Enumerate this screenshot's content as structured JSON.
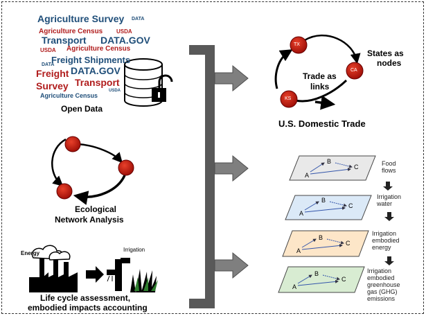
{
  "open_data": {
    "words": [
      "Agriculture Survey",
      "DATA",
      "Agriculture Census",
      "USDA",
      "Transport",
      "DATA.GOV",
      "USDA",
      "Agriculture Census",
      "DATA",
      "Freight Shipments",
      "Freight",
      "DATA.GOV",
      "Survey",
      "Transport",
      "Agriculture Census",
      "USDA"
    ],
    "label": "Open Data"
  },
  "ena": {
    "line1": "Ecological",
    "line2": "Network Analysis"
  },
  "lca": {
    "energy": "Energy",
    "irrigation": "Irrigation",
    "line1": "Life cycle assessment,",
    "line2": "embodied impacts accounting"
  },
  "trade": {
    "nodes": [
      "TX",
      "CA",
      "KS"
    ],
    "states_nodes": [
      "States as",
      "nodes"
    ],
    "trade_links": [
      "Trade as",
      "links"
    ],
    "title": "U.S. Domestic Trade"
  },
  "layers": {
    "letters": [
      "A",
      "B",
      "C"
    ],
    "labels": [
      [
        "Food",
        "flows"
      ],
      [
        "Irrigation",
        "water"
      ],
      [
        "Irrigation",
        "embodied",
        "energy"
      ],
      [
        "Irrigation",
        "embodied",
        "greenhouse",
        "gas (GHG)",
        "emissions"
      ]
    ],
    "colors": [
      "#e9e9e9",
      "#dbe9f7",
      "#fde6c8",
      "#d8ecd2"
    ]
  },
  "colors": {
    "node_red": "#cc1a0a",
    "bracket": "#595959",
    "word_blue": "#1f4e79",
    "word_red": "#b01c1c"
  }
}
